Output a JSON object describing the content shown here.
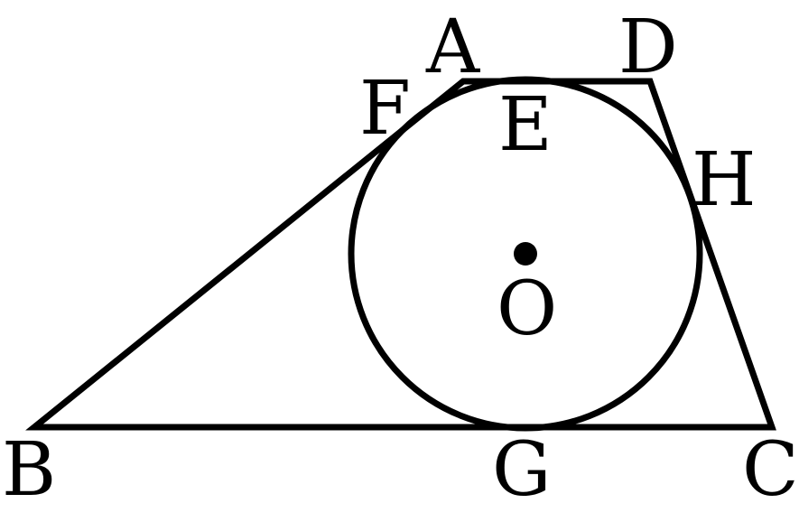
{
  "diagram": {
    "labels": {
      "A": "A",
      "D": "D",
      "F": "F",
      "E": "E",
      "H": "H",
      "O": "O",
      "B": "B",
      "G": "G",
      "C": "C"
    },
    "colors": {
      "stroke": "#000000",
      "background": "#ffffff"
    }
  }
}
